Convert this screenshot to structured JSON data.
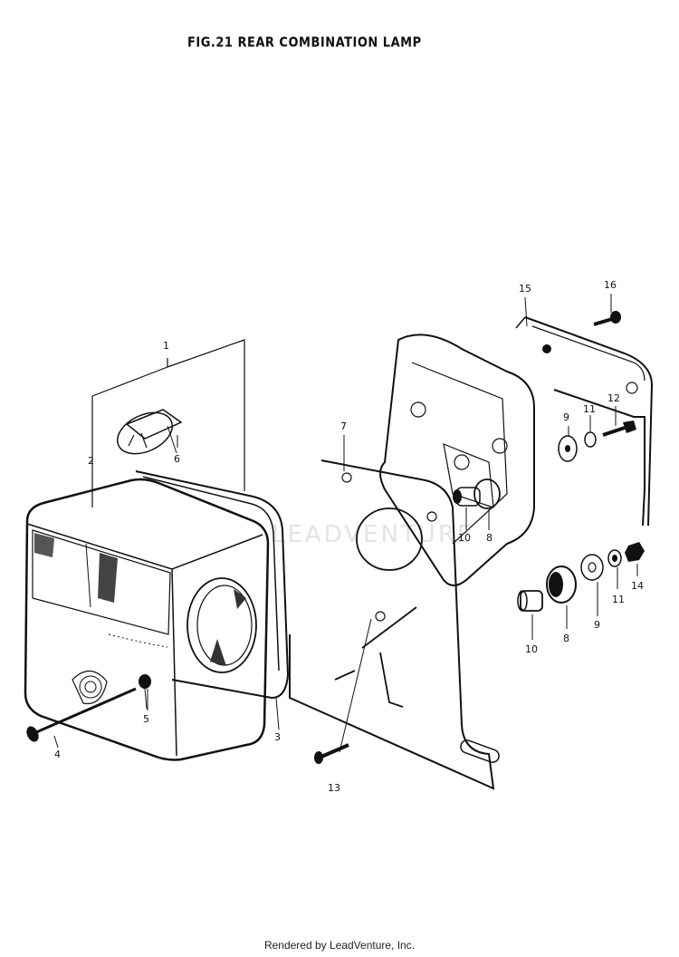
{
  "title": "FIG.21 REAR COMBINATION LAMP",
  "footer": "Rendered by LeadVenture, Inc.",
  "watermark": "LEADVENTURE",
  "callouts": [
    "1",
    "2",
    "3",
    "4",
    "5",
    "6",
    "7",
    "8",
    "8",
    "9",
    "9",
    "10",
    "10",
    "11",
    "11",
    "12",
    "13",
    "14",
    "15",
    "16"
  ]
}
